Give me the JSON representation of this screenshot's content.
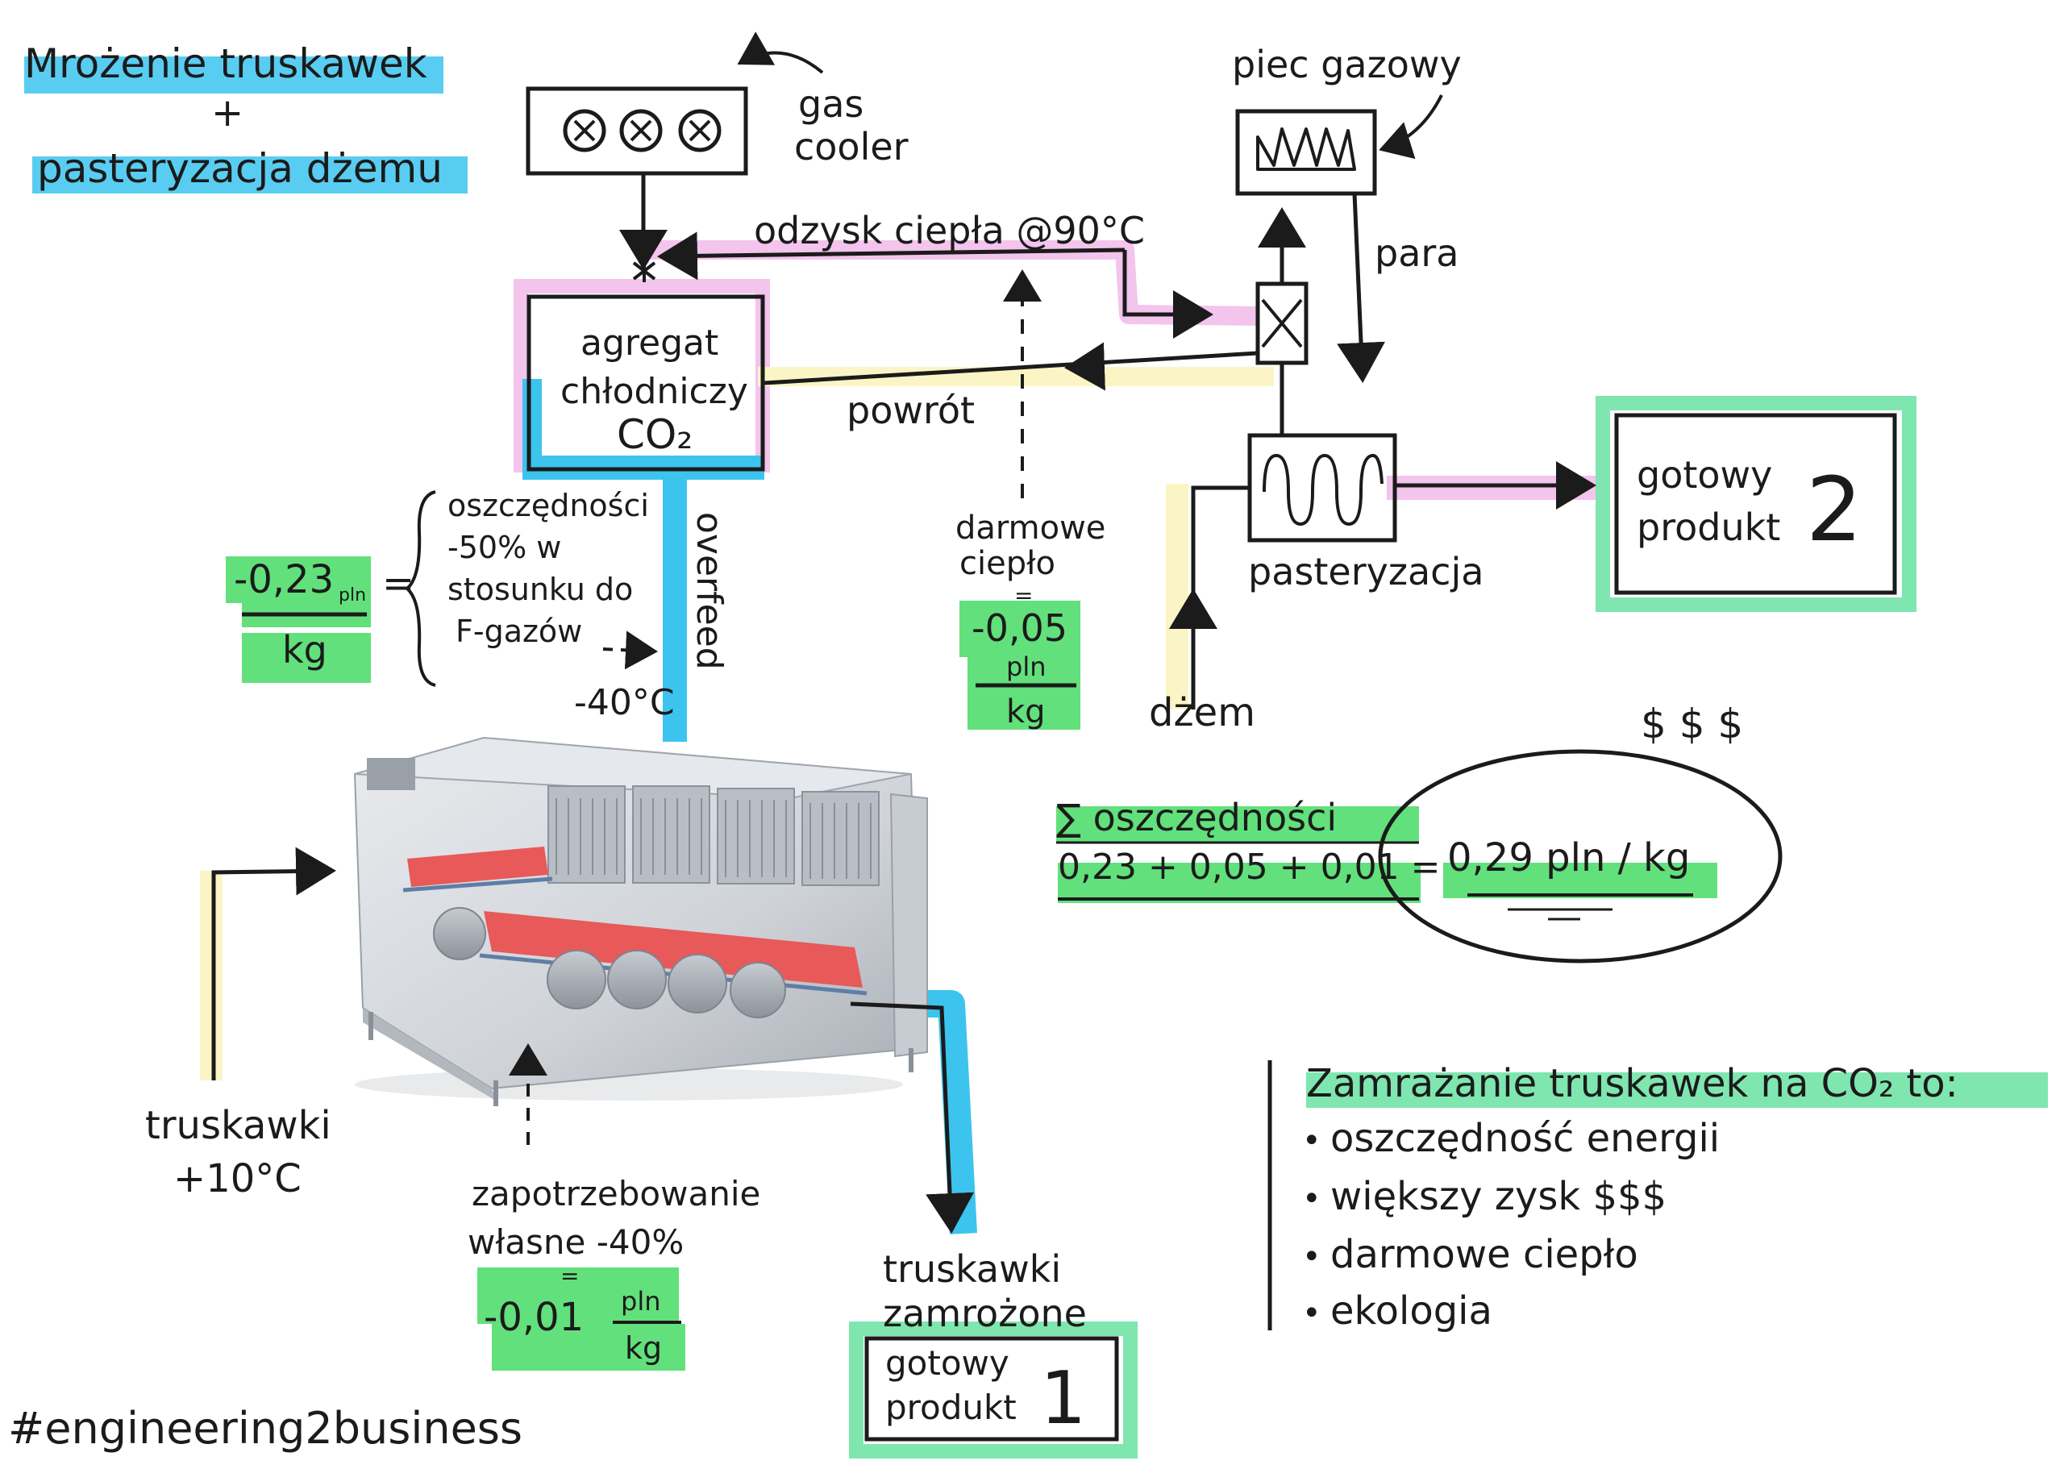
{
  "title": {
    "line1": "Mrożenie truskawek",
    "plus": "+",
    "line2": "pasteryzacja dżemu"
  },
  "gas_cooler": {
    "label_line1": "gas",
    "label_line2": "cooler"
  },
  "gas_oven": {
    "label": "piec gazowy"
  },
  "heat_recovery": {
    "label": "odzysk ciepła @90°C"
  },
  "return_line": {
    "label": "powrót"
  },
  "steam": {
    "label": "para"
  },
  "co2_unit": {
    "line1": "agregat",
    "line2": "chłodniczy",
    "line3": "CO₂"
  },
  "overfeed": {
    "label": "overfeed",
    "temp": "-40°C"
  },
  "savings_box": {
    "value": "-0,23",
    "unit": "pln",
    "per": "kg",
    "equals": "=",
    "note_line1": "oszczędności",
    "note_line2": "-50% w",
    "note_line3": "stosunku do",
    "note_line4": "F-gazów"
  },
  "free_heat": {
    "label_line1": "darmowe",
    "label_line2": "ciepło",
    "value": "-0,05",
    "unit": "pln",
    "per": "kg"
  },
  "pasteurization": {
    "label": "pasteryzacja"
  },
  "jam_input": {
    "label": "dżem"
  },
  "product2": {
    "line1": "gotowy",
    "line2": "produkt",
    "number": "2"
  },
  "sum": {
    "money": "$ $ $",
    "label": "∑ oszczędności",
    "formula": "0,23 + 0,05 + 0,01 =",
    "result": "0,29 pln / kg"
  },
  "strawberries_in": {
    "line1": "truskawki",
    "line2": "+10°C"
  },
  "own_use": {
    "line1": "zapotrzebowanie",
    "line2": "własne -40%",
    "value": "-0,01",
    "unit": "pln",
    "per": "kg"
  },
  "strawberries_out": {
    "line1": "truskawki",
    "line2": "zamrożone",
    "product_line1": "gotowy",
    "product_line2": "produkt",
    "number": "1"
  },
  "summary": {
    "heading": "Zamrażanie truskawek na CO₂ to:",
    "items": [
      "oszczędność energii",
      "większy zysk $$$",
      "darmowe ciepło",
      "ekologia"
    ]
  },
  "hashtag": "#engineering2business",
  "colors": {
    "cyan": "#3cc4ee",
    "pink": "#f3c4ec",
    "green": "#62e07c",
    "mint": "#7fe6b0",
    "yellow": "#fbf5c6",
    "ink": "#1b1b1b",
    "belt": "#e8595a"
  }
}
